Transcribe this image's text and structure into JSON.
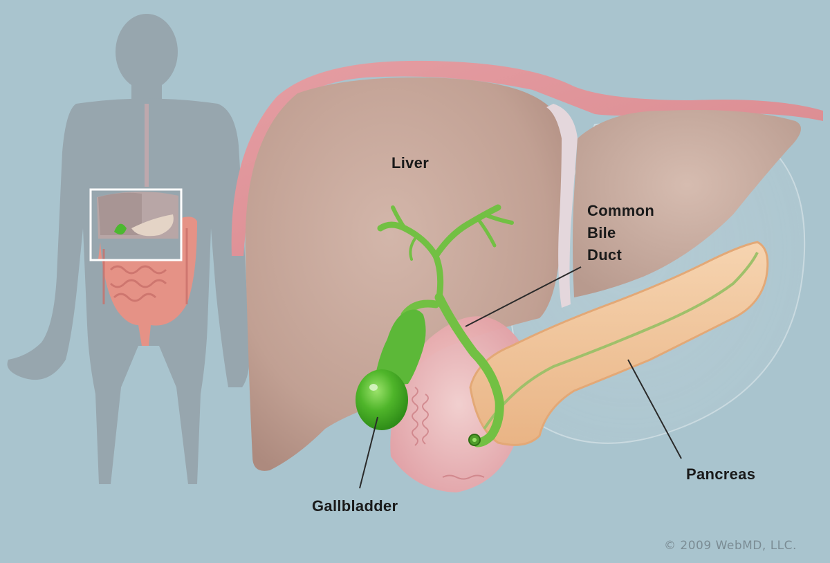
{
  "figure": {
    "title": "Liver, gallbladder, common bile duct and pancreas anatomy",
    "background_color": "#a9c4ce",
    "labels": {
      "liver": "Liver",
      "common_bile_duct": [
        "Common",
        "Bile",
        "Duct"
      ],
      "gallbladder": "Gallbladder",
      "pancreas": "Pancreas"
    },
    "copyright": "© 2009 WebMD, LLC."
  },
  "inset": {
    "description": "Human silhouette with highlighted upper abdominal region",
    "highlight_box_color": "#ffffff"
  },
  "colors": {
    "liver": "#c8a89c",
    "capsule": "#e2949a",
    "bile_duct": "#7cc64a",
    "gallbladder": "#4caf2a",
    "pancreas": "#f3c9a0",
    "duodenum": "#efb7b9",
    "silhouette": "#97a6ae"
  }
}
